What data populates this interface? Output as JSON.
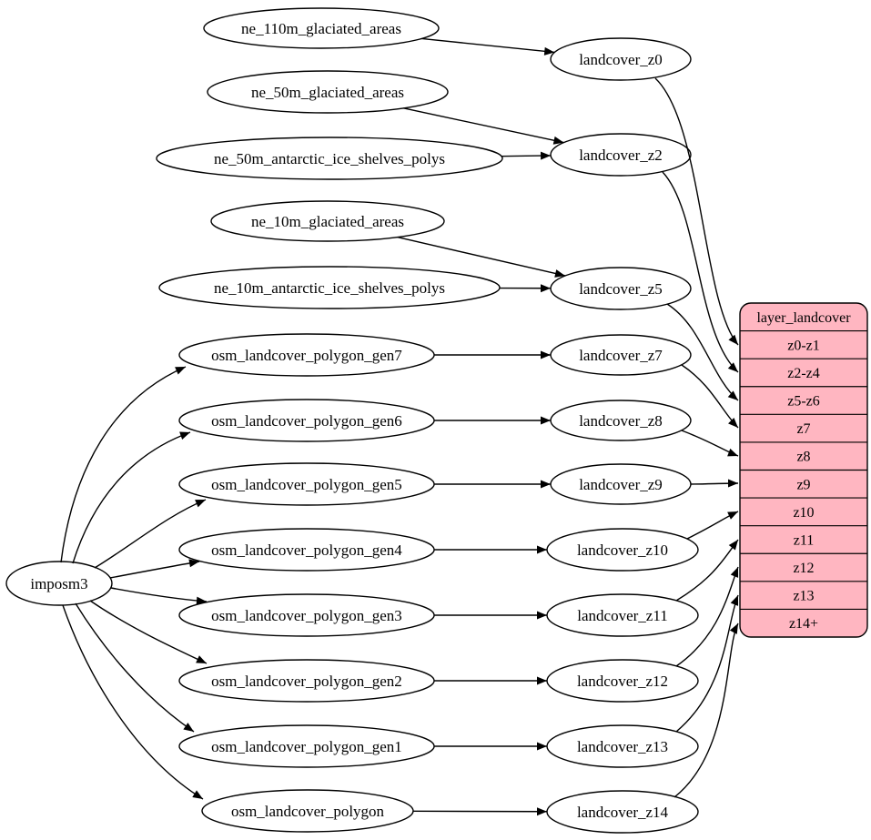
{
  "diagram": {
    "colors": {
      "background": "#ffffff",
      "node_fill": "#ffffff",
      "stroke": "#000000",
      "table_fill": "#ffb6c1"
    },
    "nodes": [
      {
        "id": "imposm3",
        "label": "imposm3"
      },
      {
        "id": "ne_110m_glaciated_areas",
        "label": "ne_110m_glaciated_areas"
      },
      {
        "id": "ne_50m_glaciated_areas",
        "label": "ne_50m_glaciated_areas"
      },
      {
        "id": "ne_50m_antarctic_ice_shelves_polys",
        "label": "ne_50m_antarctic_ice_shelves_polys"
      },
      {
        "id": "ne_10m_glaciated_areas",
        "label": "ne_10m_glaciated_areas"
      },
      {
        "id": "ne_10m_antarctic_ice_shelves_polys",
        "label": "ne_10m_antarctic_ice_shelves_polys"
      },
      {
        "id": "osm_landcover_polygon_gen7",
        "label": "osm_landcover_polygon_gen7"
      },
      {
        "id": "osm_landcover_polygon_gen6",
        "label": "osm_landcover_polygon_gen6"
      },
      {
        "id": "osm_landcover_polygon_gen5",
        "label": "osm_landcover_polygon_gen5"
      },
      {
        "id": "osm_landcover_polygon_gen4",
        "label": "osm_landcover_polygon_gen4"
      },
      {
        "id": "osm_landcover_polygon_gen3",
        "label": "osm_landcover_polygon_gen3"
      },
      {
        "id": "osm_landcover_polygon_gen2",
        "label": "osm_landcover_polygon_gen2"
      },
      {
        "id": "osm_landcover_polygon_gen1",
        "label": "osm_landcover_polygon_gen1"
      },
      {
        "id": "osm_landcover_polygon",
        "label": "osm_landcover_polygon"
      },
      {
        "id": "landcover_z0",
        "label": "landcover_z0"
      },
      {
        "id": "landcover_z2",
        "label": "landcover_z2"
      },
      {
        "id": "landcover_z5",
        "label": "landcover_z5"
      },
      {
        "id": "landcover_z7",
        "label": "landcover_z7"
      },
      {
        "id": "landcover_z8",
        "label": "landcover_z8"
      },
      {
        "id": "landcover_z9",
        "label": "landcover_z9"
      },
      {
        "id": "landcover_z10",
        "label": "landcover_z10"
      },
      {
        "id": "landcover_z11",
        "label": "landcover_z11"
      },
      {
        "id": "landcover_z12",
        "label": "landcover_z12"
      },
      {
        "id": "landcover_z13",
        "label": "landcover_z13"
      },
      {
        "id": "landcover_z14",
        "label": "landcover_z14"
      }
    ],
    "table": {
      "id": "layer_landcover",
      "title": "layer_landcover",
      "rows": [
        "z0-z1",
        "z2-z4",
        "z5-z6",
        "z7",
        "z8",
        "z9",
        "z10",
        "z11",
        "z12",
        "z13",
        "z14+"
      ]
    },
    "edges": [
      {
        "from": "imposm3",
        "to": "osm_landcover_polygon_gen7"
      },
      {
        "from": "imposm3",
        "to": "osm_landcover_polygon_gen6"
      },
      {
        "from": "imposm3",
        "to": "osm_landcover_polygon_gen5"
      },
      {
        "from": "imposm3",
        "to": "osm_landcover_polygon_gen4"
      },
      {
        "from": "imposm3",
        "to": "osm_landcover_polygon_gen3"
      },
      {
        "from": "imposm3",
        "to": "osm_landcover_polygon_gen2"
      },
      {
        "from": "imposm3",
        "to": "osm_landcover_polygon_gen1"
      },
      {
        "from": "imposm3",
        "to": "osm_landcover_polygon"
      },
      {
        "from": "ne_110m_glaciated_areas",
        "to": "landcover_z0"
      },
      {
        "from": "ne_50m_glaciated_areas",
        "to": "landcover_z2"
      },
      {
        "from": "ne_50m_antarctic_ice_shelves_polys",
        "to": "landcover_z2"
      },
      {
        "from": "ne_10m_glaciated_areas",
        "to": "landcover_z5"
      },
      {
        "from": "ne_10m_antarctic_ice_shelves_polys",
        "to": "landcover_z5"
      },
      {
        "from": "osm_landcover_polygon_gen7",
        "to": "landcover_z7"
      },
      {
        "from": "osm_landcover_polygon_gen6",
        "to": "landcover_z8"
      },
      {
        "from": "osm_landcover_polygon_gen5",
        "to": "landcover_z9"
      },
      {
        "from": "osm_landcover_polygon_gen4",
        "to": "landcover_z10"
      },
      {
        "from": "osm_landcover_polygon_gen3",
        "to": "landcover_z11"
      },
      {
        "from": "osm_landcover_polygon_gen2",
        "to": "landcover_z12"
      },
      {
        "from": "osm_landcover_polygon_gen1",
        "to": "landcover_z13"
      },
      {
        "from": "osm_landcover_polygon",
        "to": "landcover_z14"
      },
      {
        "from": "landcover_z0",
        "to": "layer_landcover",
        "row": "z0-z1"
      },
      {
        "from": "landcover_z2",
        "to": "layer_landcover",
        "row": "z2-z4"
      },
      {
        "from": "landcover_z5",
        "to": "layer_landcover",
        "row": "z5-z6"
      },
      {
        "from": "landcover_z7",
        "to": "layer_landcover",
        "row": "z7"
      },
      {
        "from": "landcover_z8",
        "to": "layer_landcover",
        "row": "z8"
      },
      {
        "from": "landcover_z9",
        "to": "layer_landcover",
        "row": "z9"
      },
      {
        "from": "landcover_z10",
        "to": "layer_landcover",
        "row": "z10"
      },
      {
        "from": "landcover_z11",
        "to": "layer_landcover",
        "row": "z11"
      },
      {
        "from": "landcover_z12",
        "to": "layer_landcover",
        "row": "z12"
      },
      {
        "from": "landcover_z13",
        "to": "layer_landcover",
        "row": "z13"
      },
      {
        "from": "landcover_z14",
        "to": "layer_landcover",
        "row": "z14+"
      }
    ]
  }
}
